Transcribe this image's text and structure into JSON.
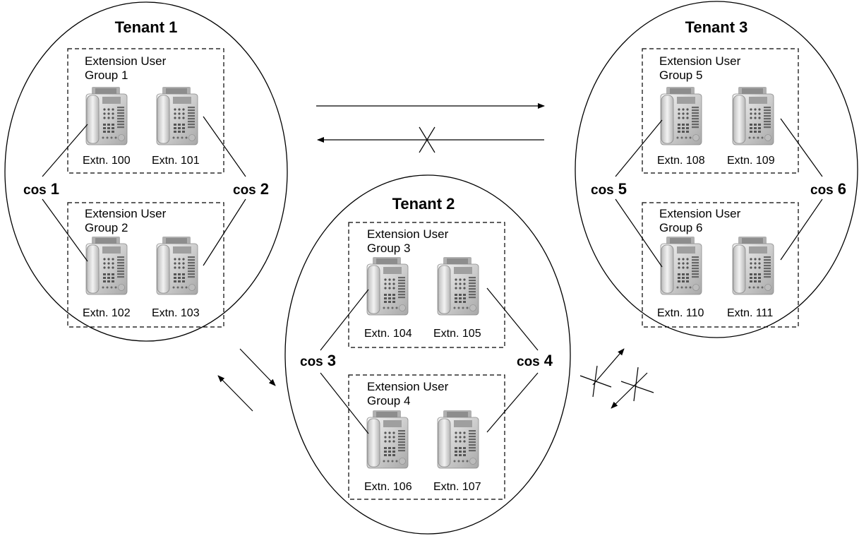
{
  "tenants": [
    {
      "title": "Tenant 1",
      "groups": [
        {
          "label_line1": "Extension User",
          "label_line2": "Group 1",
          "ext_left": "Extn. 100",
          "ext_right": "Extn. 101"
        },
        {
          "label_line1": "Extension User",
          "label_line2": "Group 2",
          "ext_left": "Extn. 102",
          "ext_right": "Extn. 103"
        }
      ],
      "cos_left": {
        "prefix": "cos",
        "number": "1"
      },
      "cos_right": {
        "prefix": "cos",
        "number": "2"
      }
    },
    {
      "title": "Tenant 2",
      "groups": [
        {
          "label_line1": "Extension User",
          "label_line2": "Group 3",
          "ext_left": "Extn. 104",
          "ext_right": "Extn. 105"
        },
        {
          "label_line1": "Extension User",
          "label_line2": "Group 4",
          "ext_left": "Extn. 106",
          "ext_right": "Extn. 107"
        }
      ],
      "cos_left": {
        "prefix": "cos",
        "number": "3"
      },
      "cos_right": {
        "prefix": "cos",
        "number": "4"
      }
    },
    {
      "title": "Tenant 3",
      "groups": [
        {
          "label_line1": "Extension User",
          "label_line2": "Group 5",
          "ext_left": "Extn. 108",
          "ext_right": "Extn. 109"
        },
        {
          "label_line1": "Extension User",
          "label_line2": "Group 6",
          "ext_left": "Extn. 110",
          "ext_right": "Extn. 111"
        }
      ],
      "cos_left": {
        "prefix": "cos",
        "number": "5"
      },
      "cos_right": {
        "prefix": "cos",
        "number": "6"
      }
    }
  ],
  "arrows": [
    {
      "from": "Tenant 1",
      "to": "Tenant 3",
      "blocked": false
    },
    {
      "from": "Tenant 3",
      "to": "Tenant 1",
      "blocked": true
    },
    {
      "from": "Tenant 1",
      "to": "Tenant 2",
      "blocked": false
    },
    {
      "from": "Tenant 2",
      "to": "Tenant 1",
      "blocked": false
    },
    {
      "from": "Tenant 2",
      "to": "Tenant 3",
      "blocked": true
    },
    {
      "from": "Tenant 3",
      "to": "Tenant 2",
      "blocked": true
    }
  ],
  "icons": {
    "phone": "telephone-icon",
    "block": "cross-mark-icon"
  },
  "colors": {
    "phone_light": "#e6e6e6",
    "phone_dark": "#9a9a9a",
    "line": "#000000"
  }
}
